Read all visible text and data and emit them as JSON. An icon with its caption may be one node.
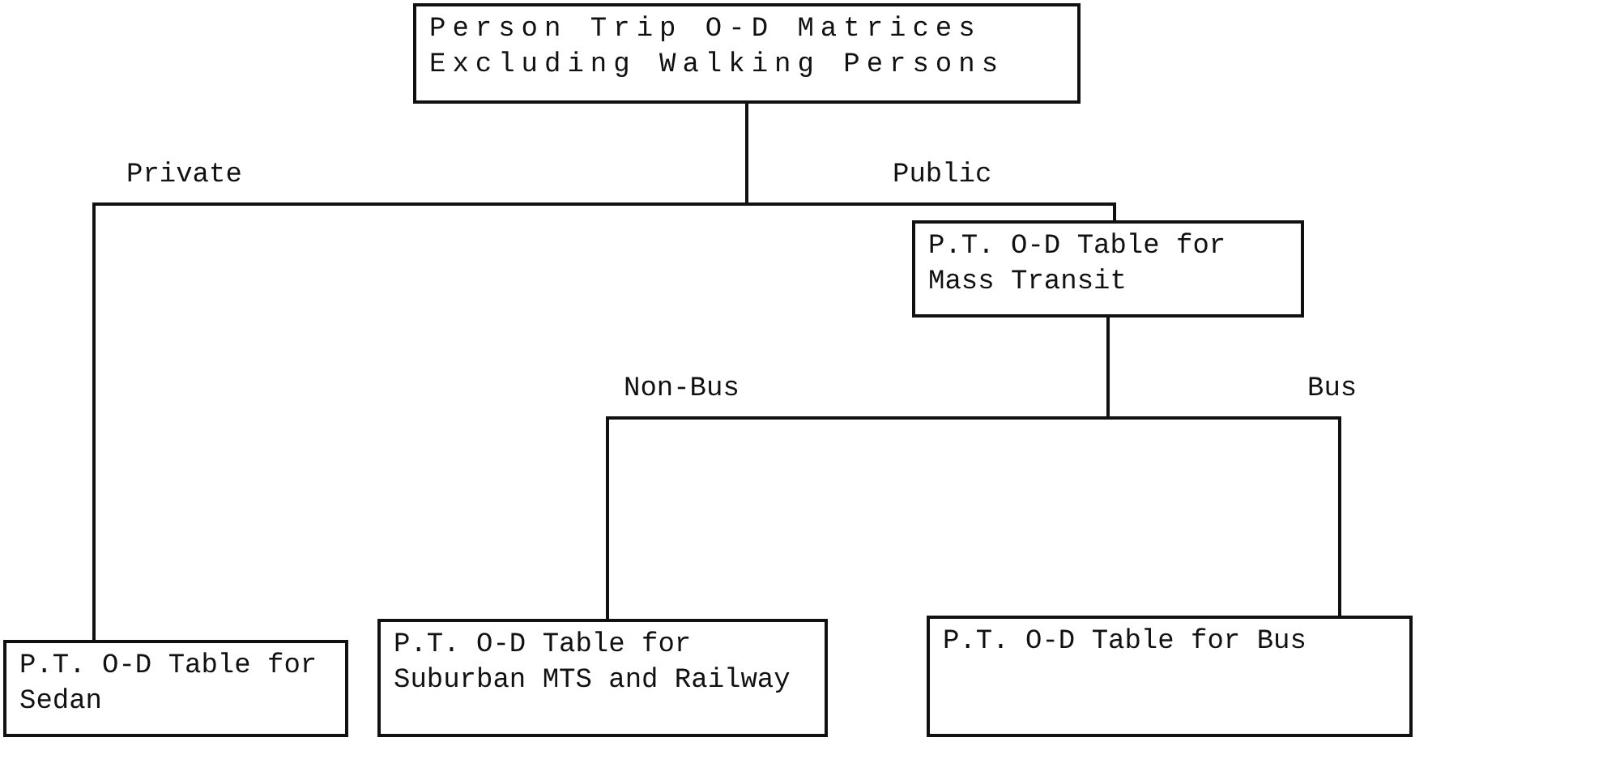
{
  "diagram": {
    "nodes": [
      {
        "text": [
          "Person Trip O-D Matrices Excluding Walking Persons"
        ]
      },
      {
        "text": [
          "P.T. O-D Table for Mass Transit"
        ]
      },
      {
        "text": [
          "P.T. O-D Table for Sedan"
        ]
      },
      {
        "text": [
          "P.T. O-D Table for Suburban MTS and Railway"
        ]
      },
      {
        "text": [
          "P.T. O-D Table for Bus"
        ]
      }
    ],
    "edges": [
      {
        "from": 0,
        "to": 2,
        "arrow": "none",
        "label": "Private"
      },
      {
        "from": 0,
        "to": 1,
        "arrow": "none",
        "label": "Public"
      },
      {
        "from": 1,
        "to": 3,
        "arrow": "none",
        "label": "Non-Bus"
      },
      {
        "from": 1,
        "to": 4,
        "arrow": "none",
        "label": "Bus"
      }
    ]
  }
}
